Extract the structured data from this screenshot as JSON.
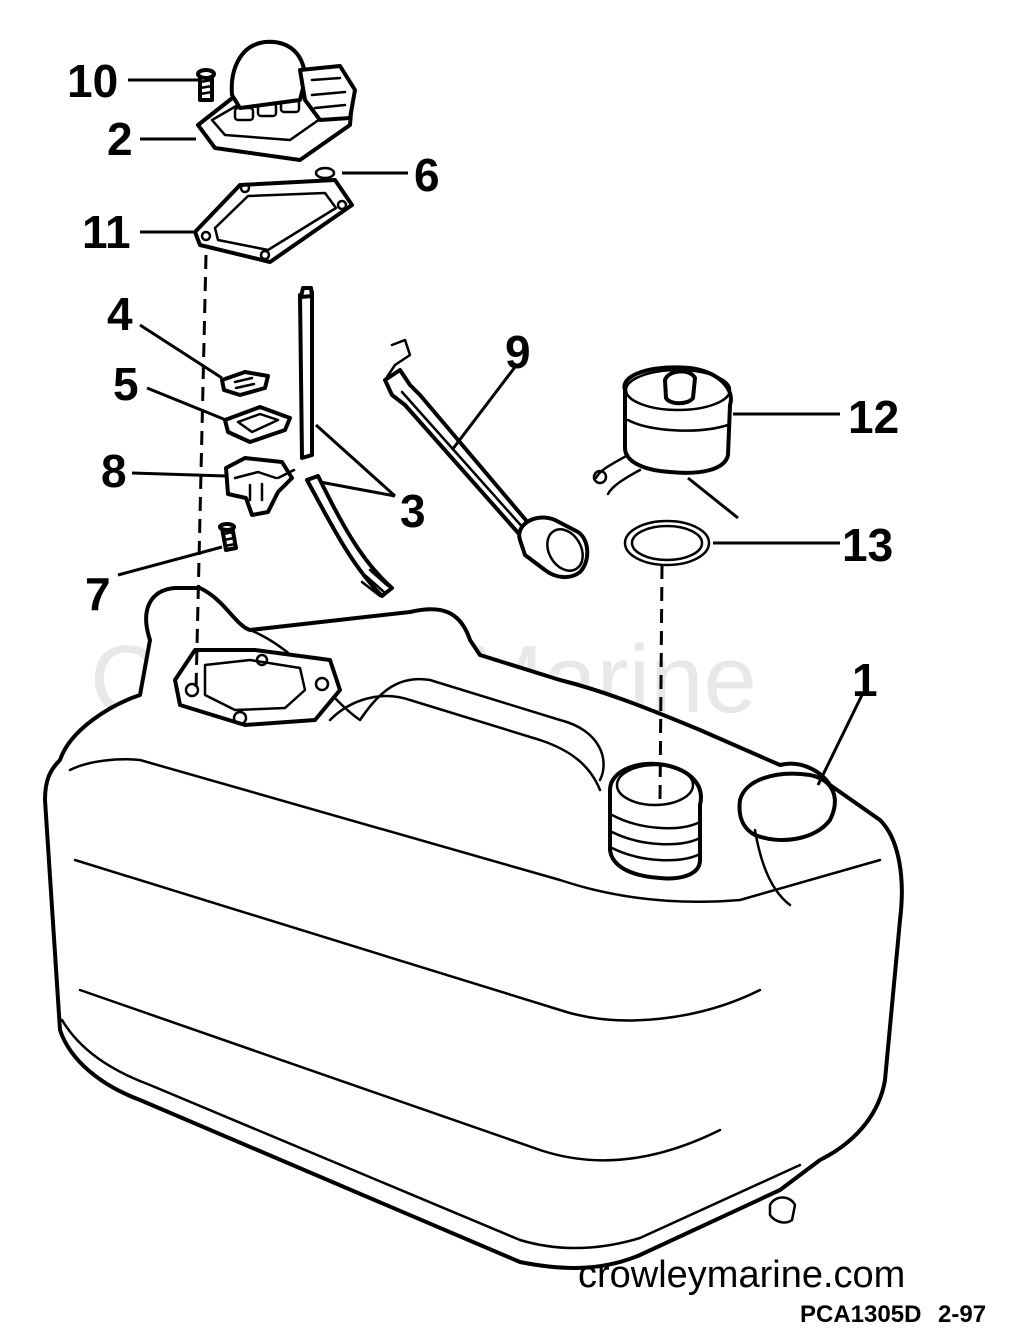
{
  "watermark": "Crowley Marine",
  "footer": {
    "site": "crowleymarine.com",
    "part_code": "PCA1305D",
    "date_code": "2-97"
  },
  "callouts": {
    "c1": "1",
    "c2": "2",
    "c3": "3",
    "c4": "4",
    "c5": "5",
    "c6": "6",
    "c7": "7",
    "c8": "8",
    "c9": "9",
    "c10": "10",
    "c11": "11",
    "c12": "12",
    "c13": "13"
  }
}
